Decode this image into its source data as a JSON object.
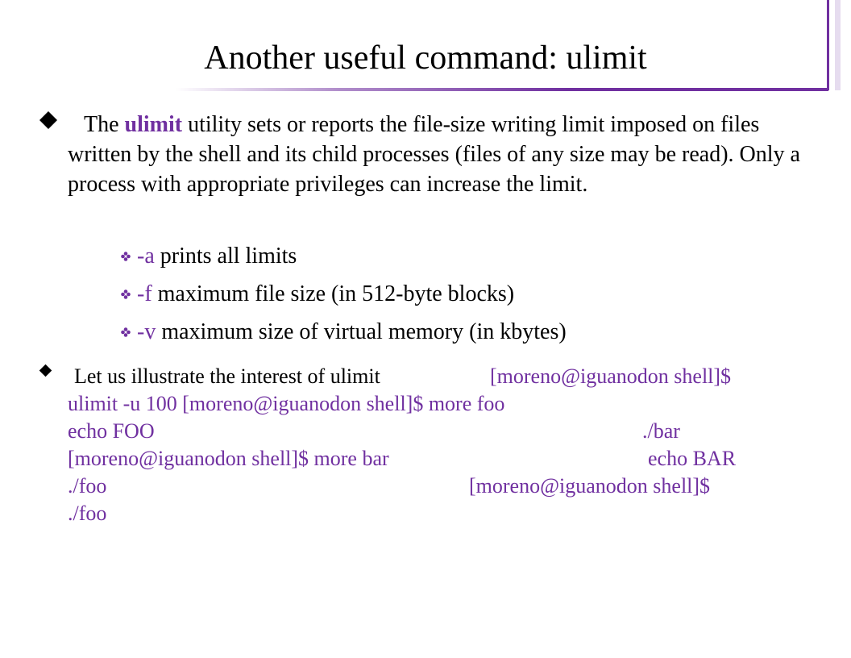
{
  "title": "Another useful command: ulimit",
  "intro": {
    "prefix": "The ",
    "keyword": "ulimit",
    "rest": " utility sets or reports the file-size writing limit imposed on files written by the shell and its child processes (files of any size may be read). Only a process with appropriate privileges can increase the limit."
  },
  "options": [
    {
      "flag": "-a",
      "text": " prints all limits"
    },
    {
      "flag": "-f",
      "text": " maximum file size (in 512-byte blocks)"
    },
    {
      "flag": "-v",
      "text": " maximum size of virtual memory (in kbytes)"
    }
  ],
  "illustration": {
    "lead": "Let us illustrate the interest of ulimit ",
    "lead_prompt": "[moreno@iguanodon shell]$",
    "line2": "ulimit -u 100 [moreno@iguanodon shell]$ more foo",
    "line3_left": "echo FOO",
    "line3_right": "./bar",
    "line4_left": "[moreno@iguanodon shell]$ more bar",
    "line4_right": "echo BAR",
    "line5_left": "./foo",
    "line5_right": "[moreno@iguanodon shell]$",
    "line6": "./foo"
  },
  "colors": {
    "accent": "#7030a0"
  },
  "icons": {
    "main_bullet": "filled-diamond-icon",
    "sub_bullet": "four-petal-diamond-icon"
  }
}
